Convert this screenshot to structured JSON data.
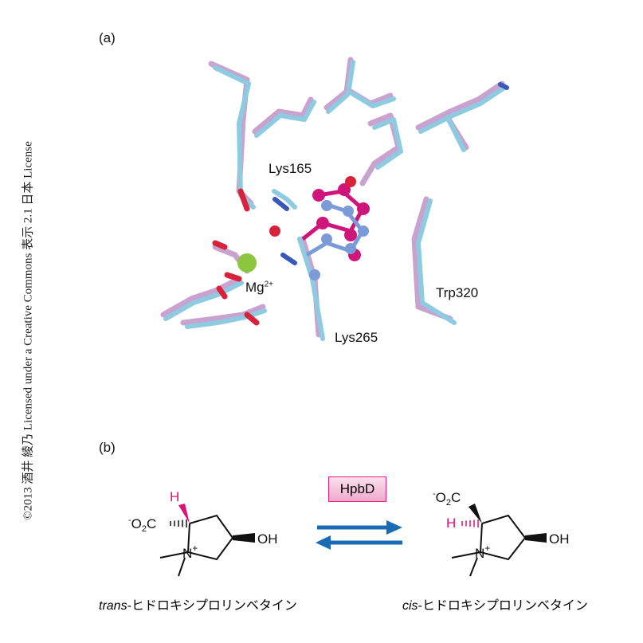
{
  "credit": "©2013 酒井 綾乃 Licensed under a Creative Commons 表示 2.1 日本 License",
  "panel_a": {
    "label": "(a)",
    "residues": [
      "Lys165",
      "Mg",
      "2+",
      "Lys265",
      "Trp320"
    ]
  },
  "panel_b": {
    "label": "(b)",
    "enzyme": "HpbD",
    "left": {
      "name_prefix": "trans",
      "name_suffix": "-ヒドロキシプロリンベタイン",
      "carboxylate": "O",
      "sub2": "2",
      "c": "C",
      "minus": "-",
      "h": "H",
      "n": "N",
      "plus": "+",
      "oh": "OH"
    },
    "right": {
      "name_prefix": "cis",
      "name_suffix": "-ヒドロキシプロリンベタイン",
      "carboxylate": "O",
      "sub2": "2",
      "c": "C",
      "minus": "-",
      "h": "H",
      "n": "N",
      "plus": "+",
      "oh": "OH"
    }
  },
  "colors": {
    "pink_stick": "#c9a2cf",
    "blue_stick": "#8ccbe0",
    "ligand_magenta": "#d0157a",
    "ligand_blue": "#7b9ad8",
    "mg": "#8cc63f",
    "arrow": "#1a6bb5"
  }
}
